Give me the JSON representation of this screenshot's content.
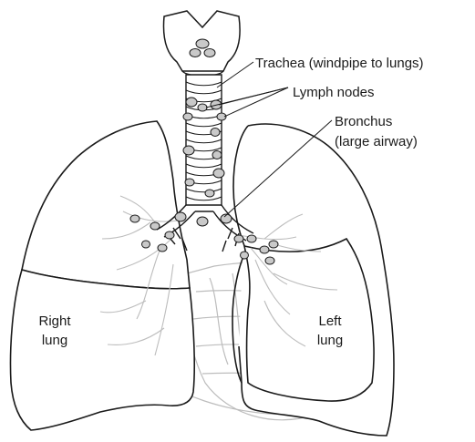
{
  "labels": {
    "trachea": "Trachea (windpipe to lungs)",
    "lymph_nodes": "Lymph nodes",
    "bronchus_line1": "Bronchus",
    "bronchus_line2": "(large airway)",
    "right_lung_line1": "Right",
    "right_lung_line2": "lung",
    "left_lung_line1": "Left",
    "left_lung_line2": "lung"
  },
  "colors": {
    "outline": "#1a1a1a",
    "lymph_node_fill": "#c9c9c9",
    "faint_structure": "#bdbdbd",
    "lung_fill": "#ffffff"
  }
}
